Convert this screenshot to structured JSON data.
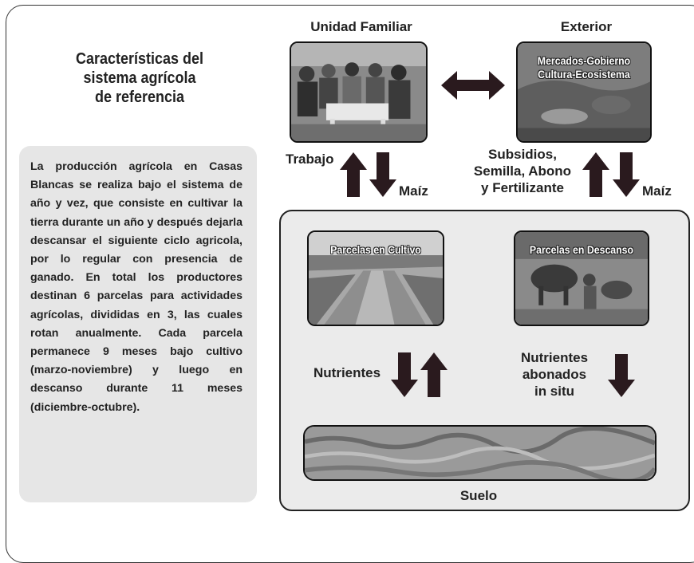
{
  "title": {
    "line1": "Características del",
    "line2": "sistema agrícola",
    "line3": "de referencia"
  },
  "description": "La producción agrícola en Casas Blancas se realiza bajo el sistema de año y vez, que consiste en cultivar la tierra durante un año y después dejarla descansar el siguiente ciclo agricola, por lo regular con presencia de ganado. En total los productores destinan 6 parcelas para actividades agrícolas, divididas en 3, las cuales rotan anualmente. Cada parcela permanece 9 meses bajo cultivo (marzo-noviembre) y luego en descanso durante 11 meses (diciembre-octubre).",
  "nodes": {
    "unidad_familiar": "Unidad Familiar",
    "exterior": "Exterior",
    "exterior_caption1": "Mercados-Gobierno",
    "exterior_caption2": "Cultura-Ecosistema",
    "parcelas_cultivo": "Parcelas en Cultivo",
    "parcelas_descanso": "Parcelas en Descanso",
    "suelo": "Suelo"
  },
  "flows": {
    "trabajo": "Trabajo",
    "maiz_left": "Maíz",
    "subsidios1": "Subsidios,",
    "subsidios2": "Semilla, Abono",
    "subsidios3": "y Fertilizante",
    "maiz_right": "Maíz",
    "nutrientes": "Nutrientes",
    "abonados1": "Nutrientes",
    "abonados2": "abonados",
    "abonados3": "in situ"
  },
  "colors": {
    "arrow": "#2a1a1e",
    "panel": "#e6e6e6",
    "border": "#222222"
  }
}
